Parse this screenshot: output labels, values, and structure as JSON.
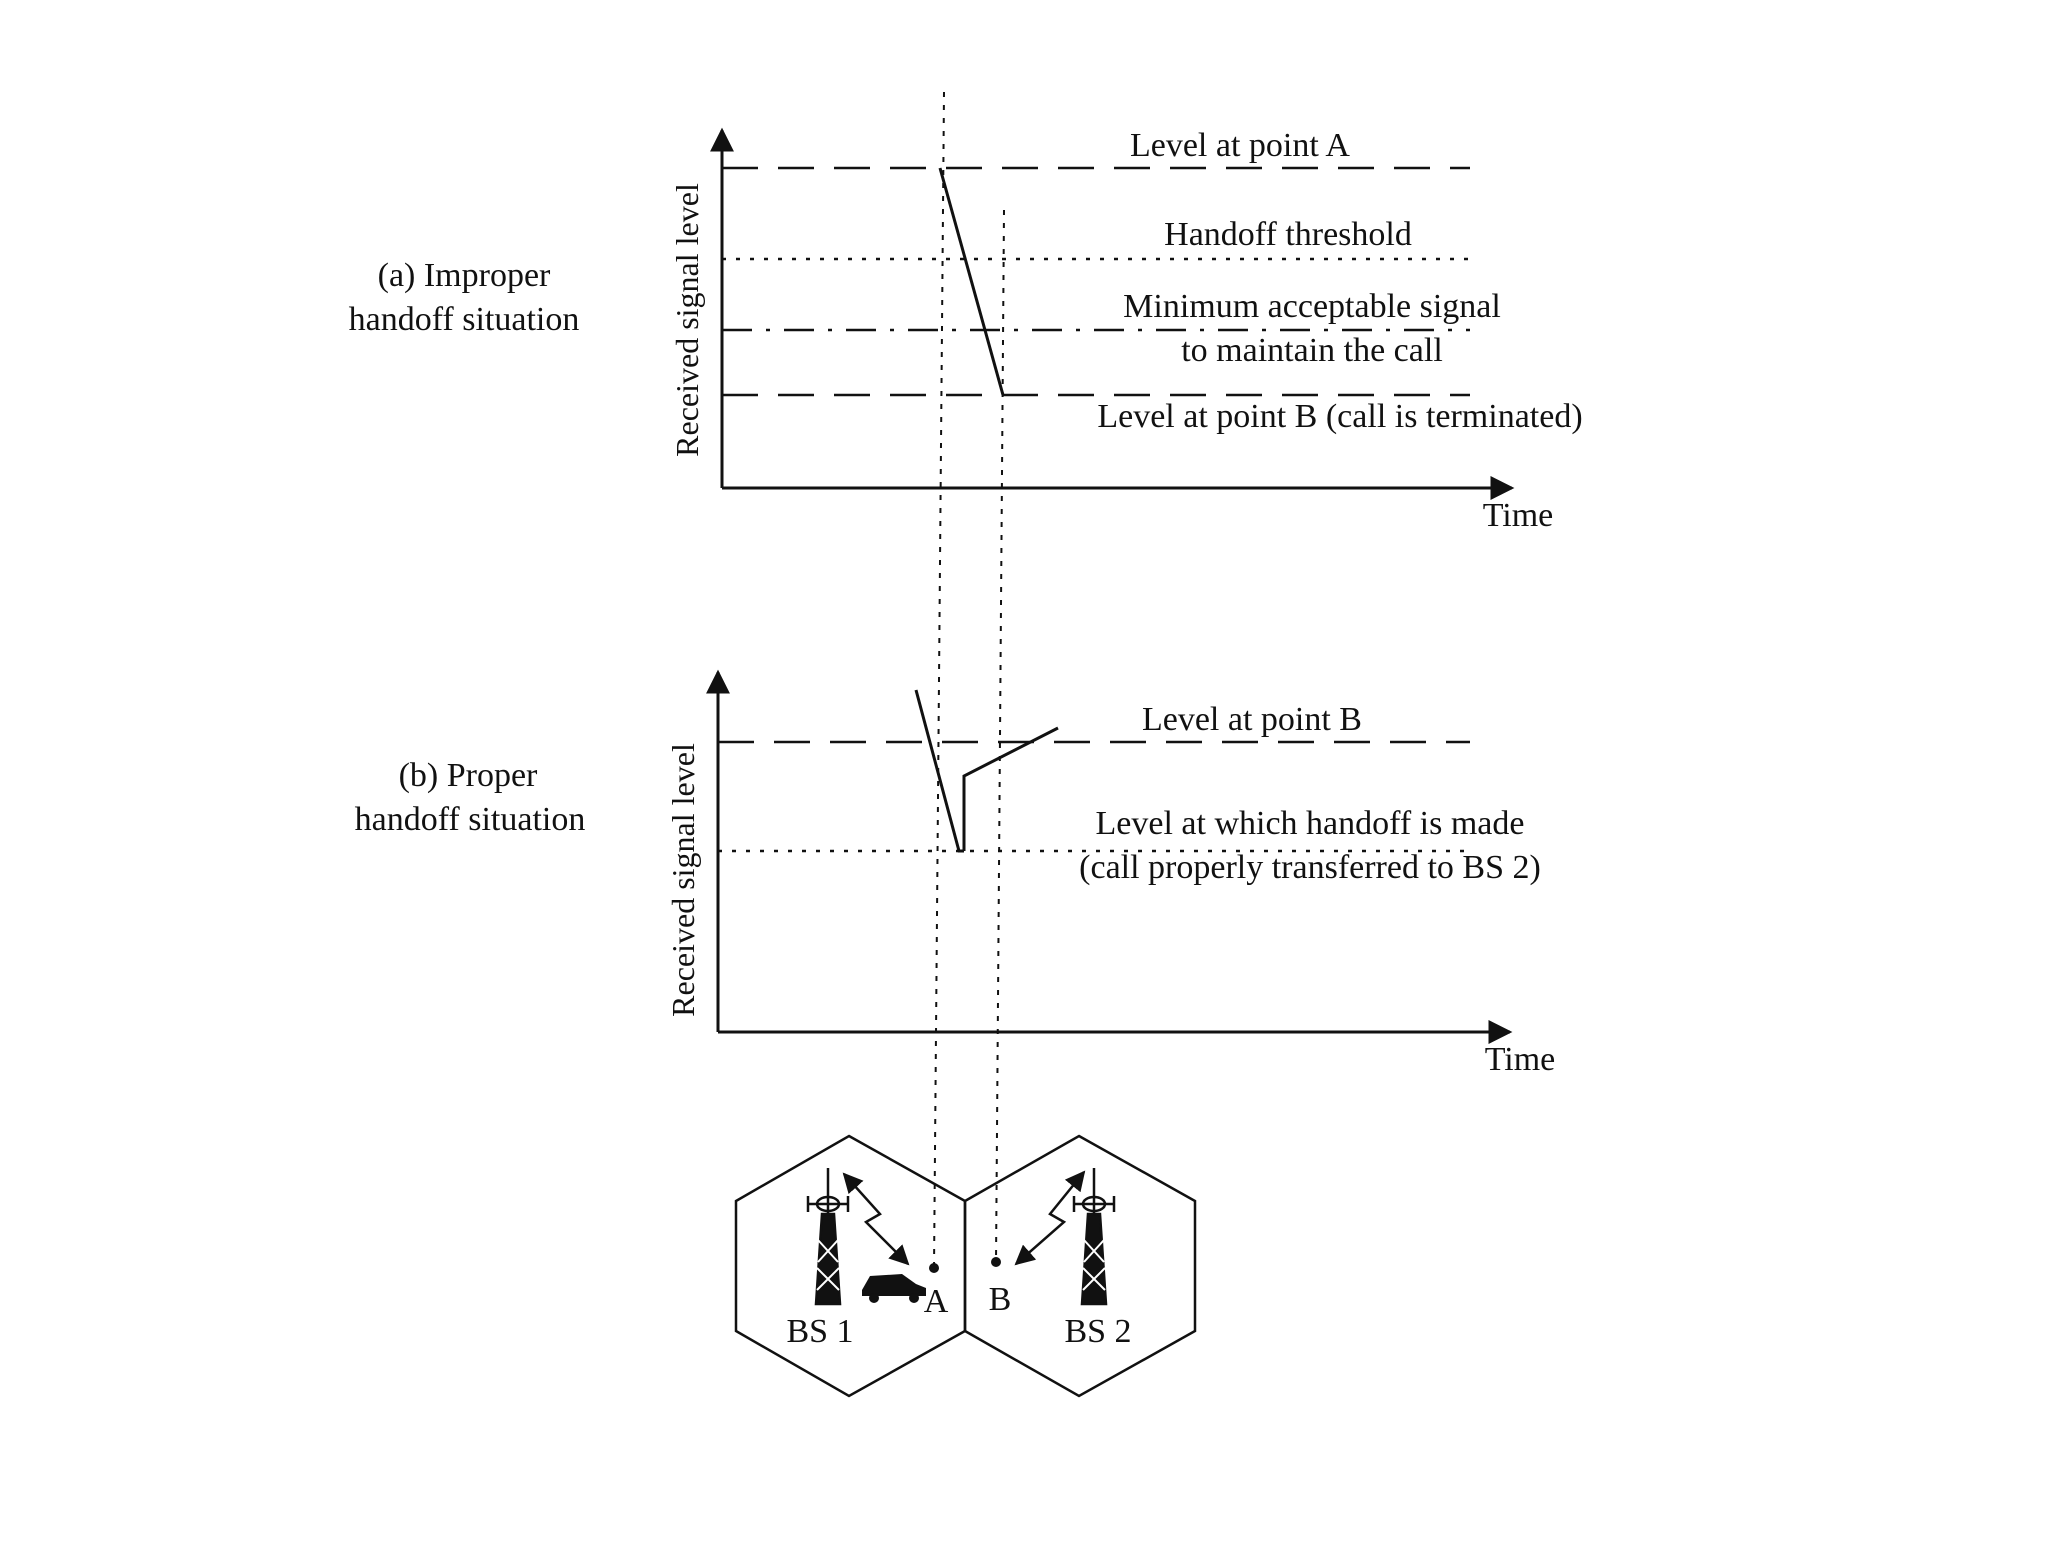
{
  "panel_a": {
    "caption_line1": "(a) Improper",
    "caption_line2": "handoff situation",
    "y_axis_label": "Received signal level",
    "x_axis_label": "Time",
    "level_a_label": "Level at point A",
    "handoff_threshold_label": "Handoff threshold",
    "min_signal_line1": "Minimum acceptable signal",
    "min_signal_line2": "to maintain the call",
    "level_b_label": "Level at point B (call is terminated)"
  },
  "panel_b": {
    "caption_line1": "(b) Proper",
    "caption_line2": "handoff situation",
    "y_axis_label": "Received signal level",
    "x_axis_label": "Time",
    "level_b_label": "Level at point B",
    "handoff_level_line1": "Level at which handoff is made",
    "handoff_level_line2": "(call properly transferred to BS 2)"
  },
  "cells": {
    "bs1_label": "BS 1",
    "bs2_label": "BS 2",
    "point_a_label": "A",
    "point_b_label": "B"
  }
}
